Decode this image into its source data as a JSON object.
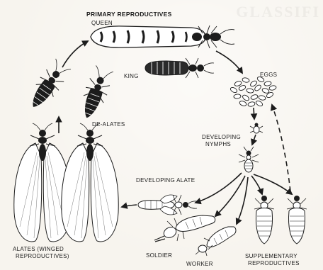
{
  "title": "PRIMARY REPRODUCTIVES",
  "labels": {
    "queen": "QUEEN",
    "king": "KING",
    "eggs": "EGGS",
    "de_alates": "DE-ALATES",
    "developing_nymphs_1": "DEVELOPING",
    "developing_nymphs_2": "NYMPHS",
    "developing_alate": "DEVELOPING ALATE",
    "alates_1": "ALATES (WINGED",
    "alates_2": "REPRODUCTIVES)",
    "soldier": "SOLDIER",
    "worker": "WORKER",
    "supplementary_1": "SUPPLEMENTARY",
    "supplementary_2": "REPRODUCTIVES"
  },
  "colors": {
    "ink": "#1c1c1c",
    "paper": "#f7f4ee"
  }
}
